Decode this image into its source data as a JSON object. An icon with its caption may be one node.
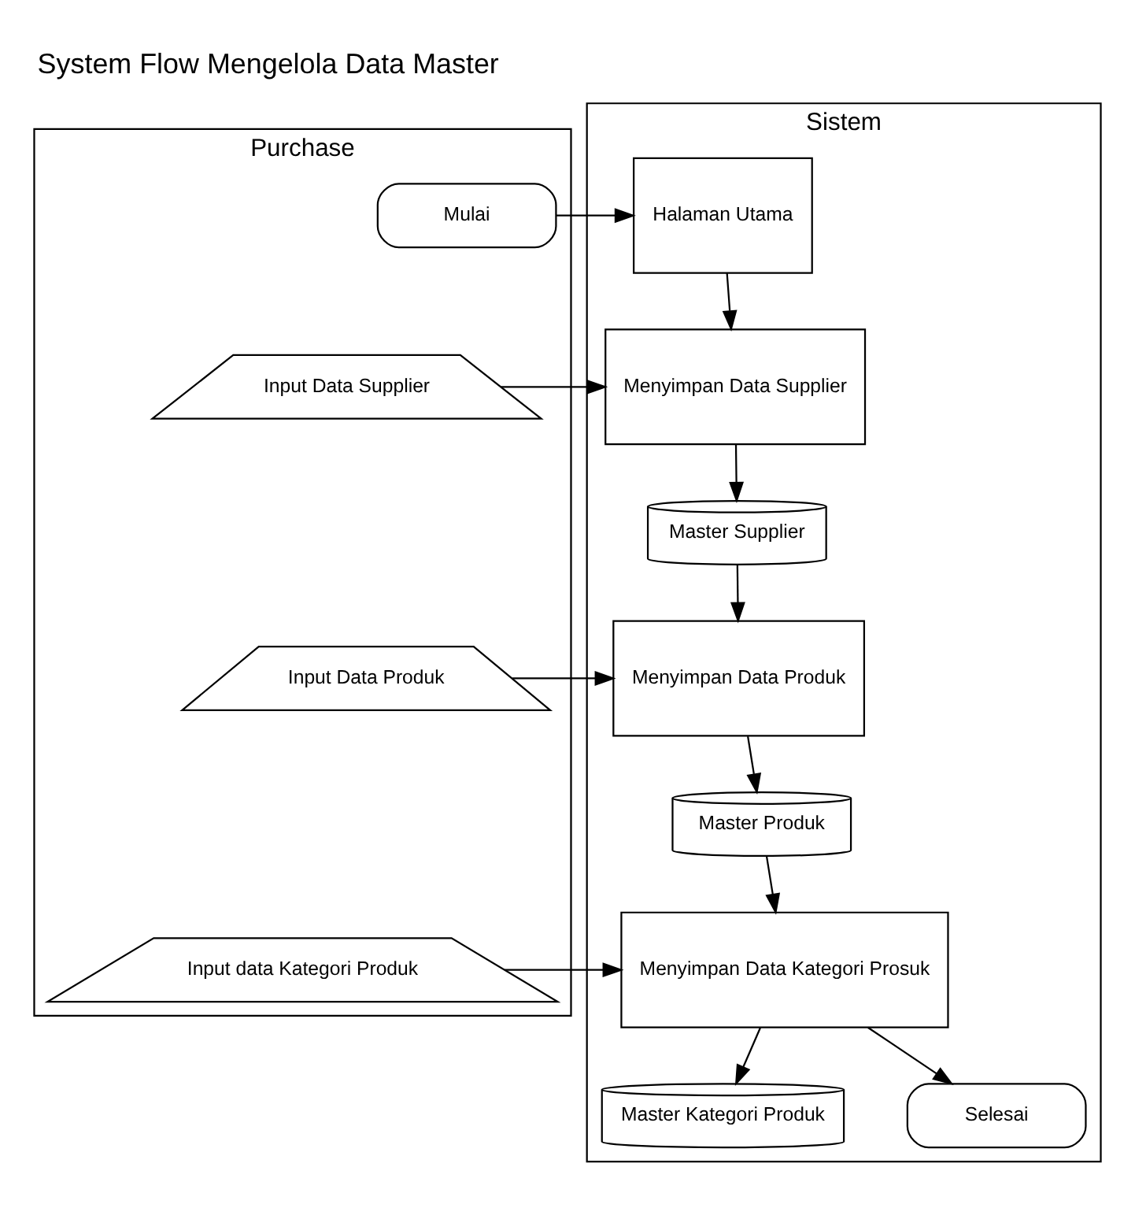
{
  "diagram": {
    "title": "System Flow Mengelola Data Master",
    "nodes": [
      {
        "text": [
          "Purchase"
        ]
      },
      {
        "text": [
          "Sistem"
        ]
      },
      {
        "text": [
          "Mulai"
        ],
        "in": 0
      },
      {
        "text": [
          "Input Data Supplier"
        ],
        "in": 0
      },
      {
        "text": [
          "Input Data Produk"
        ],
        "in": 0
      },
      {
        "text": [
          "Input data Kategori Produk"
        ],
        "in": 0
      },
      {
        "text": [
          "Halaman Utama"
        ],
        "in": 1
      },
      {
        "text": [
          "Menyimpan Data Supplier"
        ],
        "in": 1
      },
      {
        "text": [
          "Master Supplier"
        ],
        "in": 1
      },
      {
        "text": [
          "Menyimpan Data Produk"
        ],
        "in": 1
      },
      {
        "text": [
          "Master Produk"
        ],
        "in": 1
      },
      {
        "text": [
          "Menyimpan Data Kategori Prosuk"
        ],
        "in": 1
      },
      {
        "text": [
          "Master Kategori Produk"
        ],
        "in": 1
      },
      {
        "text": [
          "Selesai"
        ],
        "in": 1
      }
    ],
    "edges": [
      {
        "from": 2,
        "to": 6,
        "arrow": "to"
      },
      {
        "from": 6,
        "to": 7,
        "arrow": "to"
      },
      {
        "from": 3,
        "to": 7,
        "arrow": "to"
      },
      {
        "from": 7,
        "to": 8,
        "arrow": "to"
      },
      {
        "from": 8,
        "to": 9,
        "arrow": "to"
      },
      {
        "from": 4,
        "to": 9,
        "arrow": "to"
      },
      {
        "from": 9,
        "to": 10,
        "arrow": "to"
      },
      {
        "from": 10,
        "to": 11,
        "arrow": "to"
      },
      {
        "from": 5,
        "to": 11,
        "arrow": "to"
      },
      {
        "from": 11,
        "to": 12,
        "arrow": "to"
      },
      {
        "from": 11,
        "to": 13,
        "arrow": "to"
      }
    ]
  }
}
